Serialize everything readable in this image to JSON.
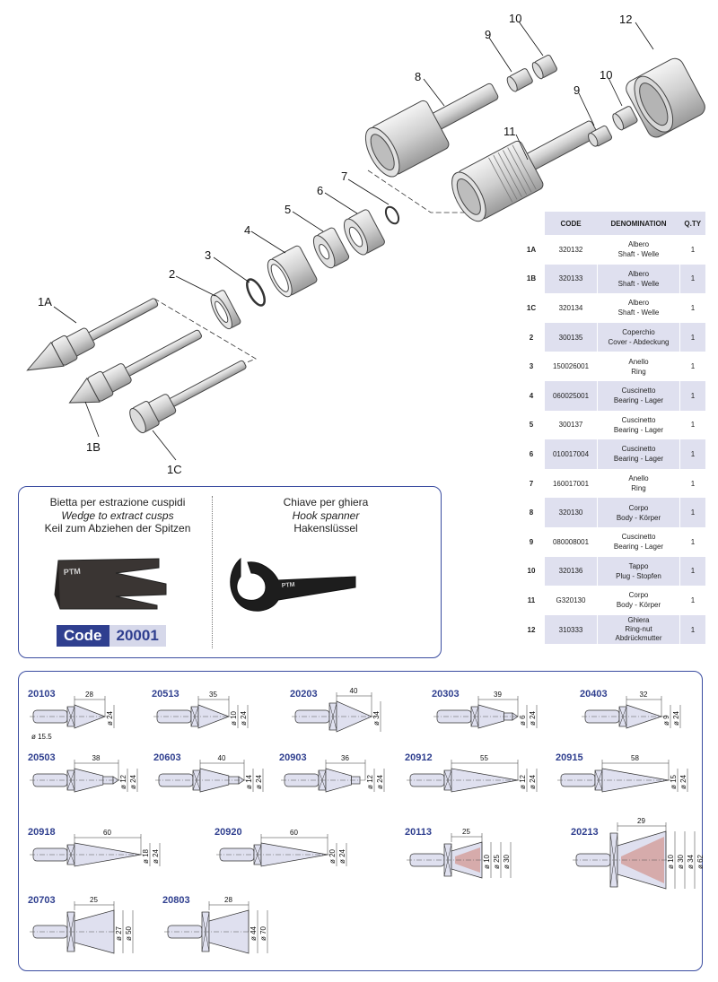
{
  "callouts": {
    "p1A": "1A",
    "p1B": "1B",
    "p1C": "1C",
    "p2": "2",
    "p3": "3",
    "p4": "4",
    "p5": "5",
    "p6": "6",
    "p7": "7",
    "p8": "8",
    "p9a": "9",
    "p9b": "9",
    "p10a": "10",
    "p10b": "10",
    "p11": "11",
    "p12": "12"
  },
  "table": {
    "headers": {
      "code": "CODE",
      "denomination": "DENOMINATION",
      "qty": "Q.TY"
    },
    "rows": [
      {
        "id": "1A",
        "code": "320132",
        "line1": "Albero",
        "line2": "Shaft - Welle",
        "line3": "",
        "qty": "1"
      },
      {
        "id": "1B",
        "code": "320133",
        "line1": "Albero",
        "line2": "Shaft - Welle",
        "line3": "",
        "qty": "1"
      },
      {
        "id": "1C",
        "code": "320134",
        "line1": "Albero",
        "line2": "Shaft - Welle",
        "line3": "",
        "qty": "1"
      },
      {
        "id": "2",
        "code": "300135",
        "line1": "Coperchio",
        "line2": "Cover - Abdeckung",
        "line3": "",
        "qty": "1"
      },
      {
        "id": "3",
        "code": "150026001",
        "line1": "Anello",
        "line2": "Ring",
        "line3": "",
        "qty": "1"
      },
      {
        "id": "4",
        "code": "060025001",
        "line1": "Cuscinetto",
        "line2": "Bearing - Lager",
        "line3": "",
        "qty": "1"
      },
      {
        "id": "5",
        "code": "300137",
        "line1": "Cuscinetto",
        "line2": "Bearing - Lager",
        "line3": "",
        "qty": "1"
      },
      {
        "id": "6",
        "code": "010017004",
        "line1": "Cuscinetto",
        "line2": "Bearing - Lager",
        "line3": "",
        "qty": "1"
      },
      {
        "id": "7",
        "code": "160017001",
        "line1": "Anello",
        "line2": "Ring",
        "line3": "",
        "qty": "1"
      },
      {
        "id": "8",
        "code": "320130",
        "line1": "Corpo",
        "line2": "Body - Körper",
        "line3": "",
        "qty": "1"
      },
      {
        "id": "9",
        "code": "080008001",
        "line1": "Cuscinetto",
        "line2": "Bearing - Lager",
        "line3": "",
        "qty": "1"
      },
      {
        "id": "10",
        "code": "320136",
        "line1": "Tappo",
        "line2": "Plug - Stopfen",
        "line3": "",
        "qty": "1"
      },
      {
        "id": "11",
        "code": "G320130",
        "line1": "Corpo",
        "line2": "Body - Körper",
        "line3": "",
        "qty": "1"
      },
      {
        "id": "12",
        "code": "310333",
        "line1": "Ghiera",
        "line2": "Ring-nut",
        "line3": "Abdrückmutter",
        "qty": "1"
      }
    ]
  },
  "accessories": {
    "wedge": {
      "it": "Bietta per estrazione cuspidi",
      "en": "Wedge to extract cusps",
      "de": "Keil zum Abziehen der Spitzen",
      "code_label": "Code",
      "code": "20001",
      "brand": "PTM"
    },
    "spanner": {
      "it": "Chiave per ghiera",
      "en": "Hook spanner",
      "de": "Hakenslüssel",
      "brand": "PTM"
    }
  },
  "tips": [
    {
      "code": "20103",
      "len": "28",
      "d1": "ø 24",
      "d2": "",
      "extra": "ø 15.5"
    },
    {
      "code": "20513",
      "len": "35",
      "d1": "ø 10",
      "d2": "ø 24",
      "extra": ""
    },
    {
      "code": "20203",
      "len": "40",
      "d1": "ø 34",
      "d2": "",
      "extra": ""
    },
    {
      "code": "20303",
      "len": "39",
      "d1": "ø 6",
      "d2": "ø 24",
      "extra": ""
    },
    {
      "code": "20403",
      "len": "32",
      "d1": "ø 9",
      "d2": "ø 24",
      "extra": ""
    },
    {
      "code": "20503",
      "len": "38",
      "d1": "ø 12",
      "d2": "ø 24",
      "extra": ""
    },
    {
      "code": "20603",
      "len": "40",
      "d1": "ø 14",
      "d2": "ø 24",
      "extra": ""
    },
    {
      "code": "20903",
      "len": "36",
      "d1": "ø 12",
      "d2": "ø 24",
      "extra": ""
    },
    {
      "code": "20912",
      "len": "55",
      "d1": "ø 12",
      "d2": "ø 24",
      "extra": ""
    },
    {
      "code": "20915",
      "len": "58",
      "d1": "ø 15",
      "d2": "ø 24",
      "extra": ""
    },
    {
      "code": "20918",
      "len": "60",
      "d1": "ø 18",
      "d2": "ø 24",
      "extra": ""
    },
    {
      "code": "20920",
      "len": "60",
      "d1": "ø 20",
      "d2": "ø 24",
      "extra": ""
    },
    {
      "code": "20113",
      "len": "25",
      "d1": "ø 10",
      "d2": "ø 25",
      "d3": "ø 30",
      "extra": ""
    },
    {
      "code": "20213",
      "len": "29",
      "d1": "ø 10",
      "d2": "ø 30",
      "d3": "ø 34",
      "d4": "ø 62",
      "extra": ""
    },
    {
      "code": "20703",
      "len": "25",
      "d1": "ø 27",
      "d2": "ø 50",
      "extra": ""
    },
    {
      "code": "20803",
      "len": "28",
      "d1": "ø 44",
      "d2": "ø 70",
      "extra": ""
    }
  ],
  "colors": {
    "accent": "#2f3f8f",
    "tint": "#dfe0ef",
    "metal": "#dcdcdc"
  }
}
